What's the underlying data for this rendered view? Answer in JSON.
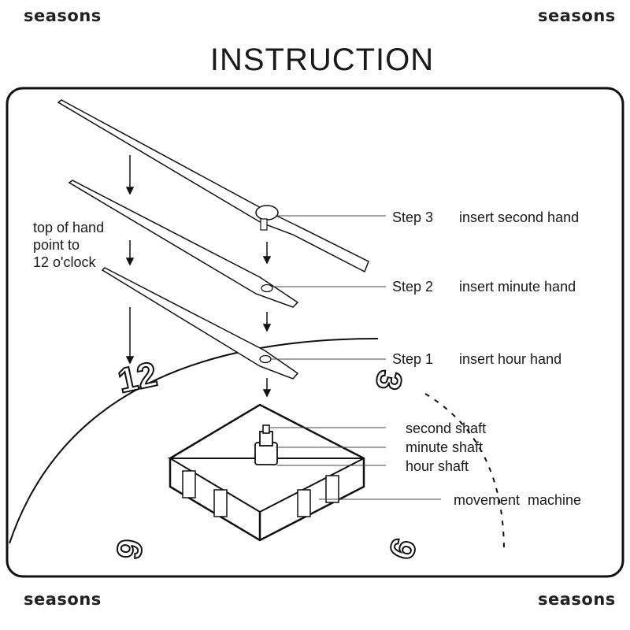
{
  "watermarks": [
    "seasons",
    "seasons",
    "seasons",
    "seasons"
  ],
  "title": "INSTRUCTION",
  "steps": [
    {
      "step": "Step 3",
      "action": "insert second hand"
    },
    {
      "step": "Step 2",
      "action": "insert minute hand"
    },
    {
      "step": "Step 1",
      "action": "insert hour hand"
    }
  ],
  "note": [
    "top of hand",
    "point to",
    "12 o'clock"
  ],
  "shafts": [
    "second shaft",
    "minute shaft",
    "hour shaft"
  ],
  "movement": "movement  machine",
  "dial_numbers": {
    "twelve": "12",
    "three": "3",
    "six": "6",
    "nine": "9"
  }
}
